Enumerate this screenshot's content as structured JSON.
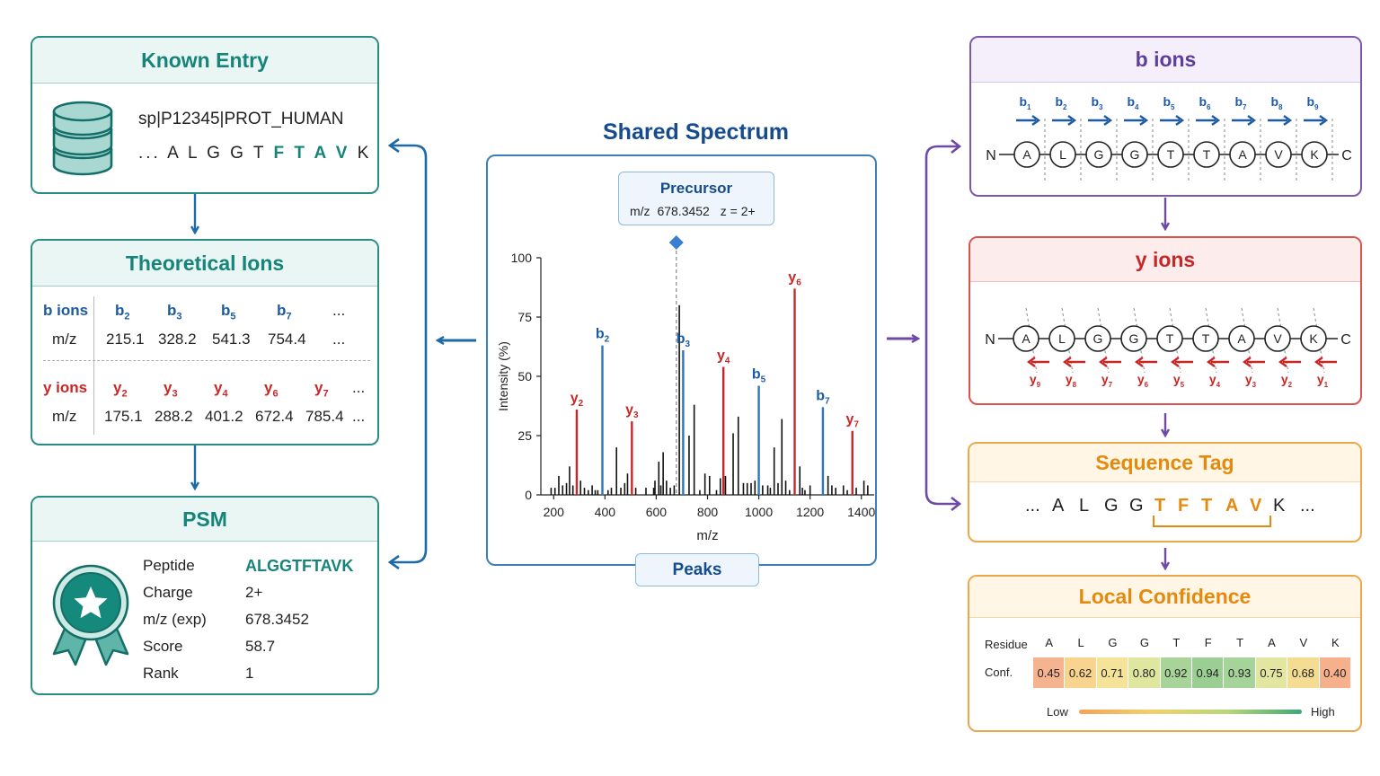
{
  "known_entry": {
    "title": "Known Entry",
    "accession": "sp|P12345|PROT_HUMAN",
    "seq_prefix": "... A L G G T",
    "seq_highlight": "F T A V",
    "seq_suffix": "K ..."
  },
  "theoretical_ions": {
    "title": "Theoretical Ions",
    "b_label": "b ions",
    "y_label": "y ions",
    "mz_label": "m/z",
    "b_ions": [
      {
        "base": "b",
        "sub": "2",
        "mz": "215.1"
      },
      {
        "base": "b",
        "sub": "3",
        "mz": "328.2"
      },
      {
        "base": "b",
        "sub": "5",
        "mz": "541.3"
      },
      {
        "base": "b",
        "sub": "7",
        "mz": "754.4"
      }
    ],
    "y_ions": [
      {
        "base": "y",
        "sub": "2",
        "mz": "175.1"
      },
      {
        "base": "y",
        "sub": "3",
        "mz": "288.2"
      },
      {
        "base": "y",
        "sub": "4",
        "mz": "401.2"
      },
      {
        "base": "y",
        "sub": "6",
        "mz": "672.4"
      },
      {
        "base": "y",
        "sub": "7",
        "mz": "785.4"
      }
    ],
    "ellipsis": "..."
  },
  "psm": {
    "title": "PSM",
    "rows": [
      {
        "label": "Peptide",
        "value": "ALGGTFTAVK"
      },
      {
        "label": "Charge",
        "value": "2+"
      },
      {
        "label": "m/z (exp)",
        "value": "678.3452"
      },
      {
        "label": "Score",
        "value": "58.7"
      },
      {
        "label": "Rank",
        "value": "1"
      }
    ]
  },
  "spectrum": {
    "title": "Shared Spectrum",
    "precursor_title": "Precursor",
    "precursor_mz_label": "m/z",
    "precursor_mz": "678.3452",
    "precursor_charge": "z = 2+",
    "footer": "Peaks",
    "chart_data": {
      "type": "bar",
      "xlabel": "m/z",
      "ylabel": "Intensity (%)",
      "xlim": [
        150,
        1450
      ],
      "ylim": [
        0,
        100
      ],
      "xticks": [
        200,
        400,
        600,
        800,
        1000,
        1200,
        1400
      ],
      "yticks": [
        0,
        25,
        50,
        75,
        100
      ],
      "precursor_mz": 678.3452,
      "annotated": [
        {
          "label": "y",
          "sub": "2",
          "x": 290,
          "y": 36,
          "series": "y"
        },
        {
          "label": "b",
          "sub": "2",
          "x": 390,
          "y": 63,
          "series": "b"
        },
        {
          "label": "y",
          "sub": "3",
          "x": 505,
          "y": 31,
          "series": "y"
        },
        {
          "label": "b",
          "sub": "3",
          "x": 705,
          "y": 61,
          "series": "b"
        },
        {
          "label": "y",
          "sub": "4",
          "x": 862,
          "y": 54,
          "series": "y"
        },
        {
          "label": "b",
          "sub": "5",
          "x": 1000,
          "y": 46,
          "series": "b"
        },
        {
          "label": "y",
          "sub": "6",
          "x": 1140,
          "y": 87,
          "series": "y"
        },
        {
          "label": "b",
          "sub": "7",
          "x": 1250,
          "y": 37,
          "series": "b"
        },
        {
          "label": "y",
          "sub": "7",
          "x": 1365,
          "y": 27,
          "series": "y"
        }
      ],
      "peaks": [
        [
          190,
          3
        ],
        [
          205,
          3
        ],
        [
          220,
          8
        ],
        [
          235,
          4
        ],
        [
          250,
          5
        ],
        [
          262,
          12
        ],
        [
          275,
          4
        ],
        [
          305,
          6
        ],
        [
          320,
          3
        ],
        [
          335,
          2
        ],
        [
          350,
          4
        ],
        [
          362,
          2
        ],
        [
          372,
          2
        ],
        [
          412,
          2
        ],
        [
          425,
          3
        ],
        [
          445,
          20
        ],
        [
          462,
          3
        ],
        [
          477,
          5
        ],
        [
          488,
          9
        ],
        [
          520,
          3
        ],
        [
          560,
          3
        ],
        [
          590,
          3
        ],
        [
          595,
          6
        ],
        [
          610,
          14
        ],
        [
          618,
          4
        ],
        [
          627,
          18
        ],
        [
          640,
          6
        ],
        [
          655,
          3
        ],
        [
          670,
          4
        ],
        [
          690,
          80
        ],
        [
          728,
          25
        ],
        [
          748,
          38
        ],
        [
          770,
          2
        ],
        [
          790,
          9
        ],
        [
          808,
          8
        ],
        [
          835,
          2
        ],
        [
          850,
          7
        ],
        [
          870,
          8
        ],
        [
          900,
          26
        ],
        [
          920,
          33
        ],
        [
          940,
          5
        ],
        [
          955,
          5
        ],
        [
          970,
          5
        ],
        [
          985,
          6
        ],
        [
          1015,
          4
        ],
        [
          1035,
          4
        ],
        [
          1045,
          3
        ],
        [
          1060,
          20
        ],
        [
          1075,
          5
        ],
        [
          1090,
          32
        ],
        [
          1105,
          6
        ],
        [
          1120,
          2
        ],
        [
          1160,
          12
        ],
        [
          1170,
          3
        ],
        [
          1180,
          2
        ],
        [
          1200,
          4
        ],
        [
          1270,
          8
        ],
        [
          1285,
          4
        ],
        [
          1300,
          3
        ],
        [
          1330,
          4
        ],
        [
          1345,
          2
        ],
        [
          1380,
          3
        ],
        [
          1410,
          6
        ],
        [
          1425,
          4
        ]
      ]
    }
  },
  "b_ions_panel": {
    "title": "b ions",
    "n_term": "N",
    "c_term": "C",
    "residues": [
      "A",
      "L",
      "G",
      "G",
      "T",
      "T",
      "A",
      "V",
      "K"
    ],
    "ion_labels": [
      {
        "base": "b",
        "sub": "1"
      },
      {
        "base": "b",
        "sub": "2"
      },
      {
        "base": "b",
        "sub": "3"
      },
      {
        "base": "b",
        "sub": "4"
      },
      {
        "base": "b",
        "sub": "5"
      },
      {
        "base": "b",
        "sub": "6"
      },
      {
        "base": "b",
        "sub": "7"
      },
      {
        "base": "b",
        "sub": "8"
      },
      {
        "base": "b",
        "sub": "9"
      }
    ]
  },
  "y_ions_panel": {
    "title": "y ions",
    "n_term": "N",
    "c_term": "C",
    "residues": [
      "A",
      "L",
      "G",
      "G",
      "T",
      "T",
      "A",
      "V",
      "K"
    ],
    "ion_labels": [
      {
        "base": "y",
        "sub": "9"
      },
      {
        "base": "y",
        "sub": "8"
      },
      {
        "base": "y",
        "sub": "7"
      },
      {
        "base": "y",
        "sub": "6"
      },
      {
        "base": "y",
        "sub": "5"
      },
      {
        "base": "y",
        "sub": "4"
      },
      {
        "base": "y",
        "sub": "3"
      },
      {
        "base": "y",
        "sub": "2"
      },
      {
        "base": "y",
        "sub": "1"
      }
    ]
  },
  "sequence_tag": {
    "title": "Sequence Tag",
    "prefix_ellipsis": "...",
    "plain_prefix": [
      "A",
      "L",
      "G",
      "G"
    ],
    "tag": [
      "T",
      "F",
      "T",
      "A",
      "V"
    ],
    "plain_suffix": [
      "K"
    ],
    "suffix_ellipsis": "..."
  },
  "local_confidence": {
    "title": "Local Confidence",
    "residue_label": "Residue",
    "conf_label": "Conf.",
    "residues": [
      "A",
      "L",
      "G",
      "G",
      "T",
      "F",
      "T",
      "A",
      "V",
      "K"
    ],
    "values": [
      "0.45",
      "0.62",
      "0.71",
      "0.80",
      "0.92",
      "0.94",
      "0.93",
      "0.75",
      "0.68",
      "0.40"
    ],
    "colors": [
      "#f6b38f",
      "#f8d48e",
      "#f5e39a",
      "#dfe6a0",
      "#a8d49a",
      "#9bce92",
      "#a6d39a",
      "#e2e6a0",
      "#f4dd93",
      "#f6b08c"
    ],
    "low_label": "Low",
    "high_label": "High"
  }
}
